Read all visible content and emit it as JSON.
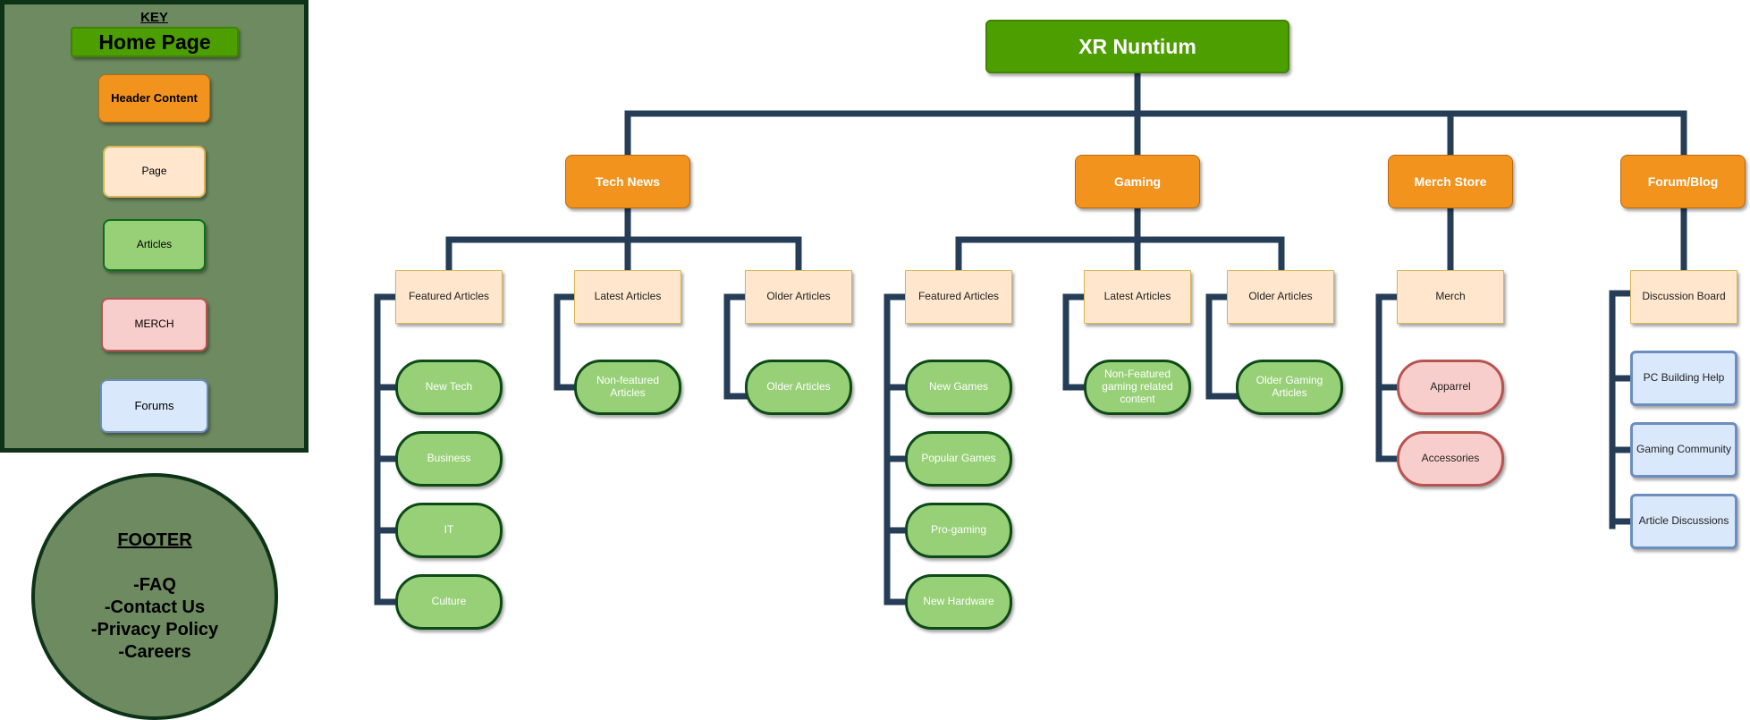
{
  "key": {
    "title": "KEY",
    "home_page": "Home Page",
    "header_content": "Header Content",
    "page": "Page",
    "articles": "Articles",
    "merch": "MERCH",
    "forums": "Forums"
  },
  "footer": {
    "title": "FOOTER",
    "items": [
      "-FAQ",
      "-Contact Us",
      "-Privacy Policy",
      "-Careers"
    ]
  },
  "colors": {
    "line": "#253d57",
    "home": "#4d9e00",
    "header": "#f2931e",
    "page": "#ffe6cc",
    "article": "#97d077",
    "merch": "#f8cecc",
    "forum": "#dae8fc",
    "key_bg": "#6d8a60"
  },
  "root": "XR Nuntium",
  "sections": [
    {
      "label": "Tech News",
      "pages": [
        {
          "label": "Featured Articles",
          "children": [
            "New Tech",
            "Business",
            "IT",
            "Culture"
          ]
        },
        {
          "label": "Latest Articles",
          "children": [
            "Non-featured Articles"
          ]
        },
        {
          "label": "Older Articles",
          "children": [
            "Older Articles"
          ]
        }
      ]
    },
    {
      "label": "Gaming",
      "pages": [
        {
          "label": "Featured Articles",
          "children": [
            "New Games",
            "Popular Games",
            "Pro-gaming",
            "New Hardware"
          ]
        },
        {
          "label": "Latest Articles",
          "children": [
            "Non-Featured gaming related content"
          ]
        },
        {
          "label": "Older Articles",
          "children": [
            "Older Gaming Articles"
          ]
        }
      ]
    },
    {
      "label": "Merch Store",
      "pages": [
        {
          "label": "Merch",
          "children": [
            "Apparrel",
            "Accessories"
          ]
        }
      ]
    },
    {
      "label": "Forum/Blog",
      "pages": [
        {
          "label": "Discussion Board",
          "children": [
            "PC Building Help",
            "Gaming Community",
            "Article Discussions"
          ]
        }
      ]
    }
  ]
}
